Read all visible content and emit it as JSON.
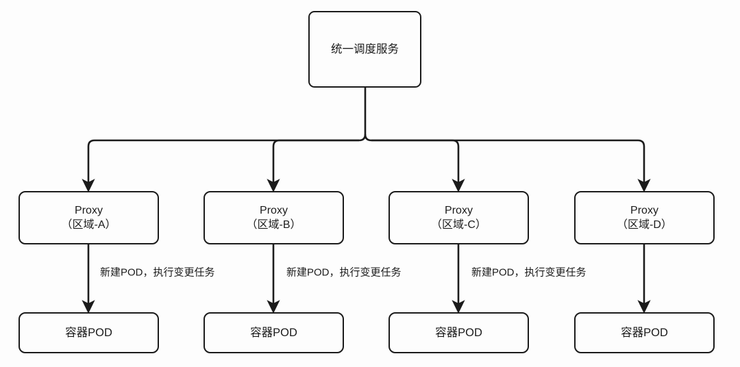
{
  "diagram": {
    "title_text": "统一调度服务",
    "background_color": "#fdfdfd",
    "stroke_color": "#1b1b1b",
    "root": {
      "label": "统一调度服务"
    },
    "proxies": [
      {
        "line1": "Proxy",
        "line2": "（区域-A）"
      },
      {
        "line1": "Proxy",
        "line2": "（区域-B）"
      },
      {
        "line1": "Proxy",
        "line2": "（区域-C）"
      },
      {
        "line1": "Proxy",
        "line2": "（区域-D）"
      }
    ],
    "pods": [
      {
        "label": "容器POD"
      },
      {
        "label": "容器POD"
      },
      {
        "label": "容器POD"
      },
      {
        "label": "容器POD"
      }
    ],
    "edge_labels": [
      {
        "text": "新建POD，执行变更任务"
      },
      {
        "text": "新建POD，执行变更任务"
      },
      {
        "text": "新建POD，执行变更任务"
      }
    ]
  }
}
